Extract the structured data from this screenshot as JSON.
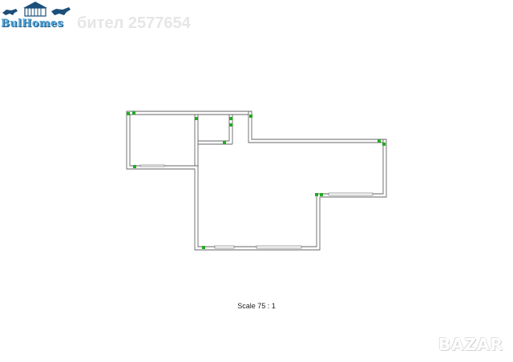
{
  "logo": {
    "text": "BulHomes"
  },
  "watermark": {
    "text": "бител 2577654"
  },
  "plan": {
    "scale_label": "Scale 75 : 1"
  },
  "footer": {
    "bazar_text": "BAZAR"
  },
  "colors": {
    "wall": "#666666",
    "node": "#22aa22",
    "logo_blue": "#4aa3d8",
    "logo_dark": "#1c4f7a"
  }
}
